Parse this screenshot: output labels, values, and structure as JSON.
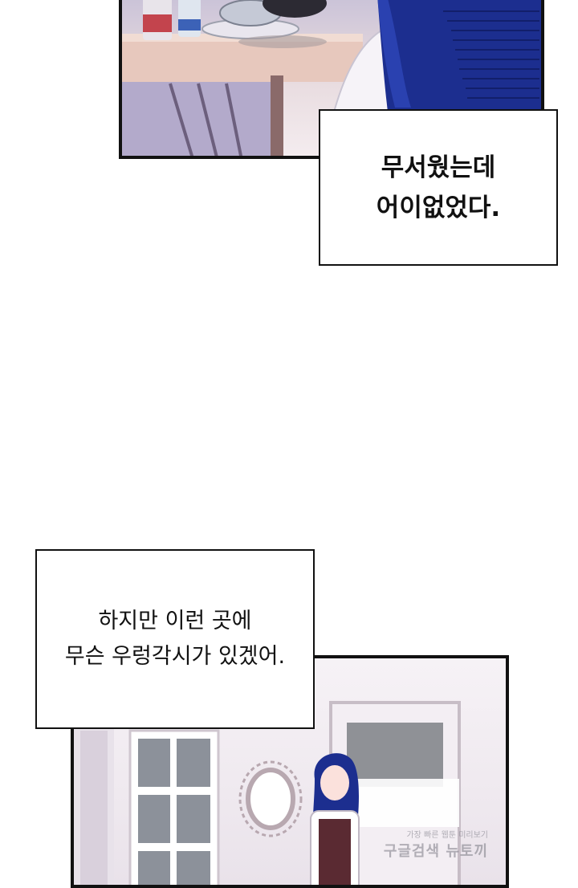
{
  "captions": {
    "top": {
      "line1": "무서웠는데",
      "line2": "어이없었다."
    },
    "bottom": {
      "line1": "하지만 이런 곳에",
      "line2": "무슨 우렁각시가 있겠어."
    }
  },
  "watermark": {
    "line1": "가장 빠른 웹툰 미리보기",
    "line2": "구글검색 뉴토끼"
  },
  "colors": {
    "hair": "#1c2e8f",
    "table": "#e7c8bd",
    "apron": "#5a2a32",
    "frame": "#b8a8b0"
  }
}
